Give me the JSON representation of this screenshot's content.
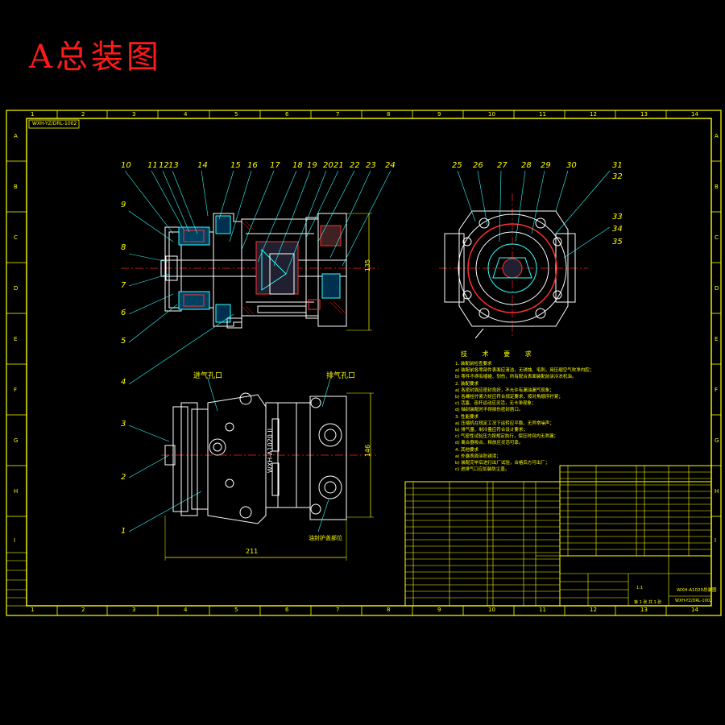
{
  "title": "A总装图",
  "corner_tag": "WXH-YZ/DRL-1002",
  "zones_x": [
    "1",
    "2",
    "3",
    "4",
    "5",
    "6",
    "7",
    "8",
    "9",
    "10",
    "11",
    "12",
    "13",
    "14"
  ],
  "zones_y": [
    "A",
    "B",
    "C",
    "D",
    "E",
    "F",
    "G",
    "H",
    "I"
  ],
  "part_labels_top": [
    "10",
    "11",
    "12",
    "13",
    "14",
    "15",
    "16",
    "17",
    "18",
    "19",
    "20",
    "21",
    "22",
    "23",
    "24"
  ],
  "part_labels_left": [
    "9",
    "8",
    "7",
    "6",
    "5",
    "4",
    "3",
    "2",
    "1"
  ],
  "part_labels_right_top": [
    "25",
    "26",
    "27",
    "28",
    "29",
    "30"
  ],
  "part_labels_right_side": [
    "31",
    "32",
    "33",
    "34",
    "35"
  ],
  "dimensions": {
    "height_top": "135",
    "height_bottom": "146",
    "width_bottom": "211"
  },
  "ports": {
    "suction": "进气孔口",
    "discharge": "排气孔口",
    "oil_plug": "油封护盖部位"
  },
  "side_text": "WXH-A1020 II",
  "tech_title": "技 术 要 求",
  "tech_lines": [
    "1. 装配前检查要求",
    "a) 装配前各零部件表面应清洁，无锈蚀、毛刺，用压缩空气吹净内腔；",
    "b) 零件不得有磕碰、划伤，所有配合表面装配前涂冷冻机油。",
    "2. 装配要求",
    "a) 各密封面应密封良好，不允许有漏油漏气现象；",
    "b) 各螺栓拧紧力矩应符合规定要求，按对角顺序拧紧；",
    "c) 活塞、连杆运动应灵活，无卡滞现象；",
    "d) 轴封装配时不得损伤密封唇口。",
    "3. 性能要求",
    "a) 压缩机在规定工况下运转应平稳，无异常噪声；",
    "b) 排气量、制冷量应符合设计要求；",
    "c) 气密性试验压力按规定执行，保压时间内无泄漏；",
    "d) 离合器吸合、释放应灵活可靠。",
    "4. 其他要求",
    "a) 外露表面涂防锈漆；",
    "b) 装配完毕后进行出厂试验，合格后方可出厂；",
    "c) 进排气口应加装防尘盖。"
  ],
  "title_block": {
    "drawing_name": "WXH-A1020总装图",
    "drawing_no": "WXH-YZ/DRL-1002",
    "scale": "1:1",
    "sheet": "第 1 张  共 1 张"
  },
  "colors": {
    "frame": "#ffff00",
    "outline": "#ffffff",
    "section": "#00ffff",
    "center": "#ff2020",
    "parts": "#33ffff",
    "hatch": "#ff3030",
    "title": "#ff1a1a"
  }
}
